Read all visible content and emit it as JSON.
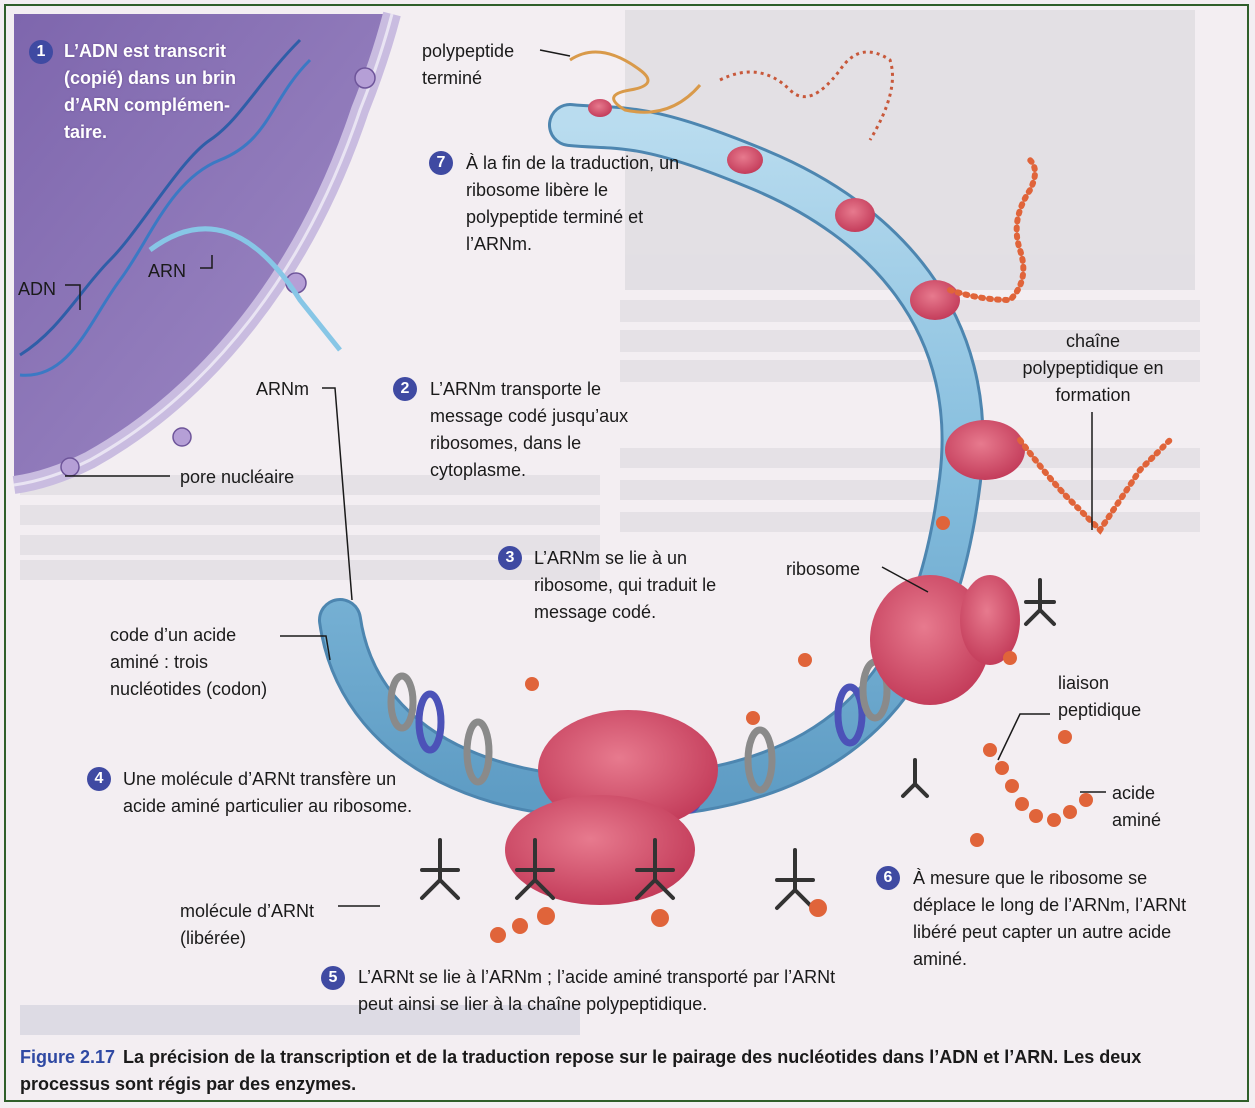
{
  "colors": {
    "nucleus": "#8c73b6",
    "mrna": "#8fc4e0",
    "ribosome": "#d6566e",
    "trna": "#3a3a3a",
    "amino_acid": "#e0643a",
    "badge": "#3f4aa2",
    "caption_label": "#2f49a3"
  },
  "steps": [
    {
      "num": "1",
      "text": "L’ADN est transcrit (copié) dans un brin d’ARN complémen- taire."
    },
    {
      "num": "2",
      "text": "L’ARNm transporte le message codé jusqu’aux ribosomes, dans le cytoplasme."
    },
    {
      "num": "3",
      "text": "L’ARNm se lie à un ribosome, qui traduit le message codé."
    },
    {
      "num": "4",
      "text": "Une molécule d’ARNt transfère un acide aminé particulier au ribosome."
    },
    {
      "num": "5",
      "text": "L’ARNt se lie à l’ARNm ; l’acide aminé transporté par l’ARNt peut ainsi se lier à la chaîne polypeptidique."
    },
    {
      "num": "6",
      "text": "À mesure que le ribosome se déplace le long de l’ARNm, l’ARNt libéré peut capter un autre acide aminé."
    },
    {
      "num": "7",
      "text": "À la fin de la traduction, un ribosome libère le polypeptide terminé et l’ARNm."
    }
  ],
  "labels": {
    "adn": "ADN",
    "arn": "ARN",
    "arnm": "ARNm",
    "pore": "pore nucléaire",
    "codon": "code d’un acide aminé : trois nucléotides (codon)",
    "polypeptide_done": "polypeptide terminé",
    "chain": "chaîne polypeptidique en formation",
    "ribosome": "ribosome",
    "peptide_bond": "liaison peptidique",
    "amino_acid": "acide aminé",
    "trna_freed": "molécule d’ARNt (libérée)"
  },
  "caption": {
    "label": "Figure 2.17",
    "text": "La précision de la transcription et de la traduction repose sur le pairage des nucléotides dans l’ADN et l’ARN. Les deux processus sont régis par des enzymes."
  }
}
